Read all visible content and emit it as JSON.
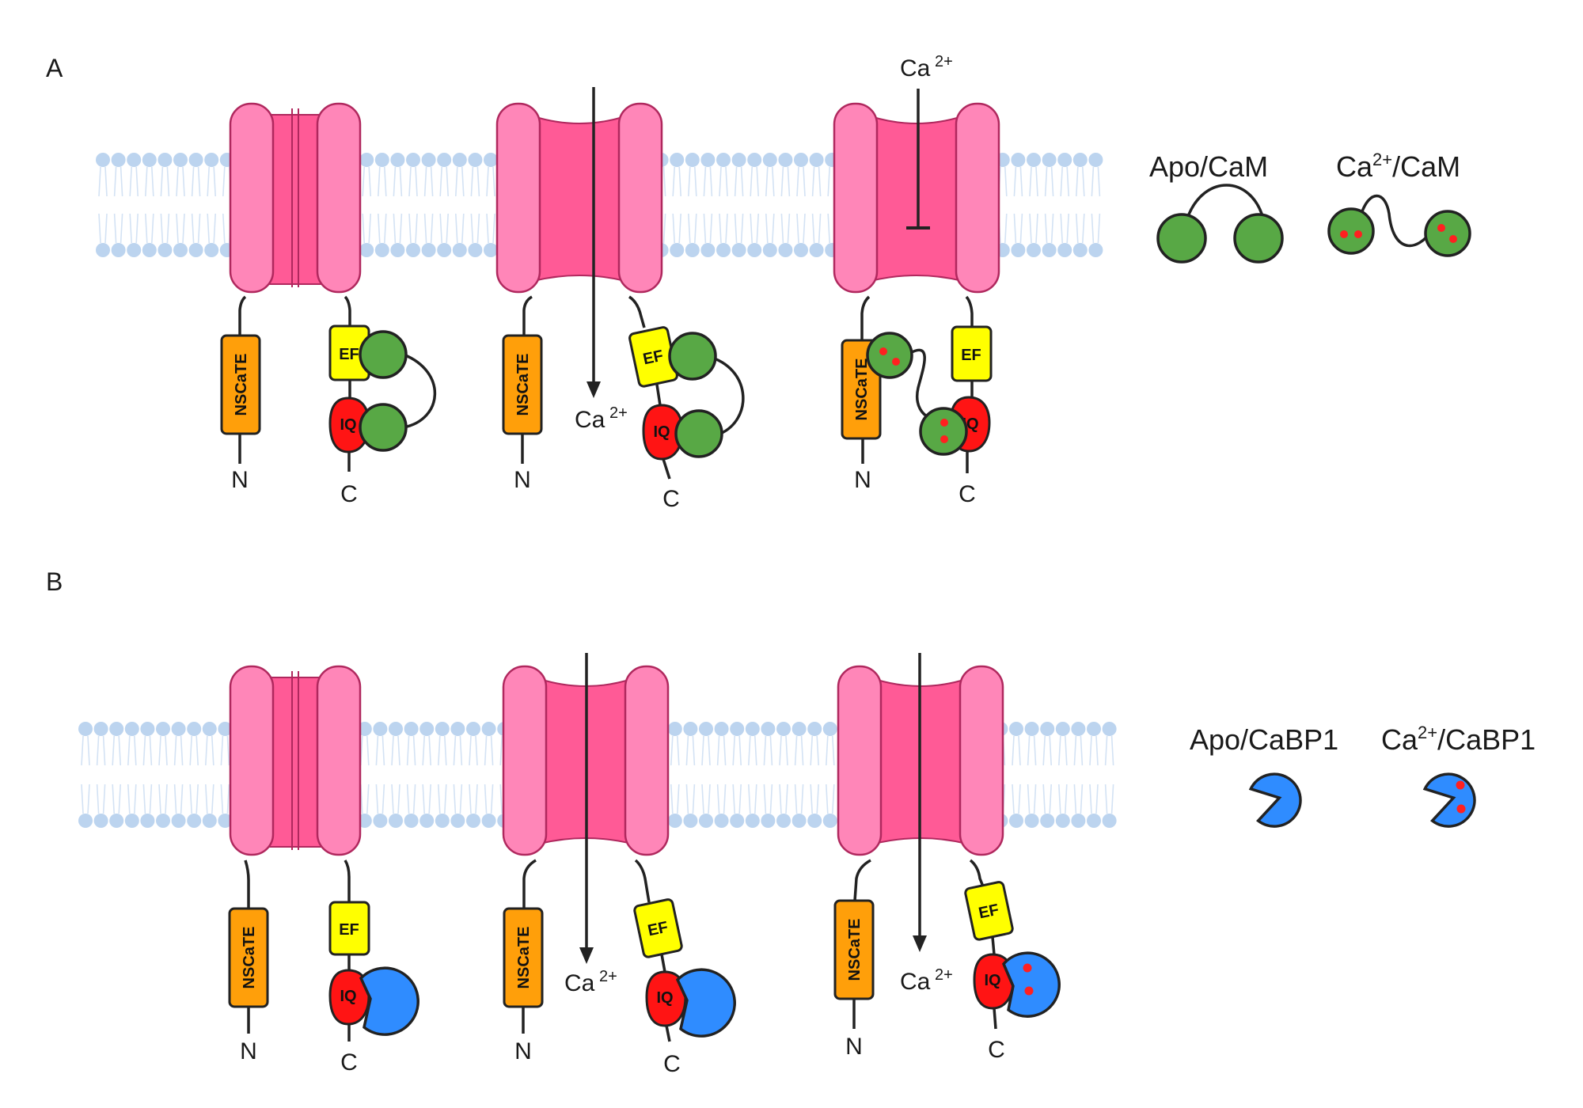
{
  "panels": [
    {
      "label": "A",
      "channels": [
        {
          "state": "closed",
          "n_term": "N",
          "c_term": "C",
          "n_domain": "NSCaTE",
          "ef": "EF",
          "iq": "IQ",
          "ion_label": "",
          "ion_sup": ""
        },
        {
          "state": "open",
          "n_term": "N",
          "c_term": "C",
          "n_domain": "NSCaTE",
          "ef": "EF",
          "iq": "IQ",
          "ion_label": "Ca",
          "ion_sup": "2+"
        },
        {
          "state": "inactivated",
          "n_term": "N",
          "c_term": "C",
          "n_domain": "NSCaTE",
          "ef": "EF",
          "iq": "IQ",
          "ion_label": "Ca",
          "ion_sup": "2+"
        }
      ],
      "legend": [
        {
          "label": "Apo/CaM",
          "label_main": "",
          "label_sup": ""
        },
        {
          "label": "",
          "label_main": "Ca",
          "label_sup": "2+",
          "label_rest": "/CaM"
        }
      ]
    },
    {
      "label": "B",
      "channels": [
        {
          "state": "closed",
          "n_term": "N",
          "c_term": "C",
          "n_domain": "NSCaTE",
          "ef": "EF",
          "iq": "IQ",
          "ion_label": "",
          "ion_sup": ""
        },
        {
          "state": "open",
          "n_term": "N",
          "c_term": "C",
          "n_domain": "NSCaTE",
          "ef": "EF",
          "iq": "IQ",
          "ion_label": "Ca",
          "ion_sup": "2+"
        },
        {
          "state": "open",
          "n_term": "N",
          "c_term": "C",
          "n_domain": "NSCaTE",
          "ef": "EF",
          "iq": "IQ",
          "ion_label": "Ca",
          "ion_sup": "2+"
        }
      ],
      "legend": [
        {
          "label": "Apo/CaBP1"
        },
        {
          "label_main": "Ca",
          "label_sup": "2+",
          "label_rest": "/CaBP1"
        }
      ]
    }
  ],
  "colors": {
    "channel_outer": "#ff86b8",
    "channel_inner": "#ff5a96",
    "channel_stroke": "#b0285e",
    "lipid_head": "#bcd4ef",
    "lipid_tail": "#d3e2f4",
    "nscate": "#ff9f0a",
    "ef": "#ffff00",
    "iq": "#ff1414",
    "cam": "#58a845",
    "cabp1": "#2f8cff",
    "ca_dot": "#ff2020"
  }
}
